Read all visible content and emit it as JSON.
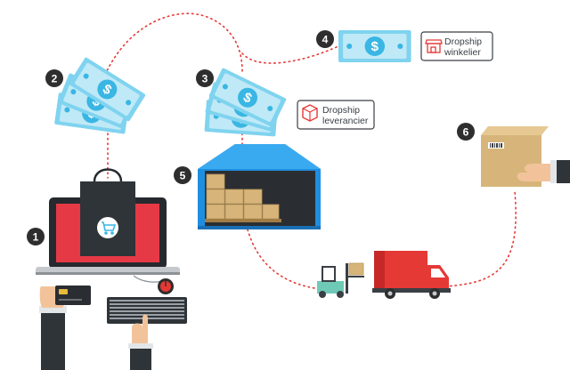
{
  "colors": {
    "route": "#e53935",
    "badge": "#2e2e2e",
    "money_light": "#bfe9f7",
    "money_mid": "#7fd3ef",
    "money_dark": "#39b6e3",
    "laptop_screen": "#e63946",
    "warehouse": "#1f8ee0",
    "truck": "#e53935",
    "box": "#d7b57a"
  },
  "steps": [
    {
      "num": "1",
      "subject": "customer-laptop"
    },
    {
      "num": "2",
      "subject": "payment-to-store"
    },
    {
      "num": "3",
      "subject": "payment-to-supplier"
    },
    {
      "num": "4",
      "subject": "profit-to-retailer"
    },
    {
      "num": "5",
      "subject": "supplier-warehouse"
    },
    {
      "num": "6",
      "subject": "package-delivered"
    }
  ],
  "labels": {
    "supplier_line1": "Dropship",
    "supplier_line2": "leverancier",
    "retailer_line1": "Dropship",
    "retailer_line2": "winkelier"
  },
  "icons": {
    "dollar": "$",
    "cart": "shopping-cart-icon",
    "store": "store-icon",
    "package": "package-icon"
  }
}
